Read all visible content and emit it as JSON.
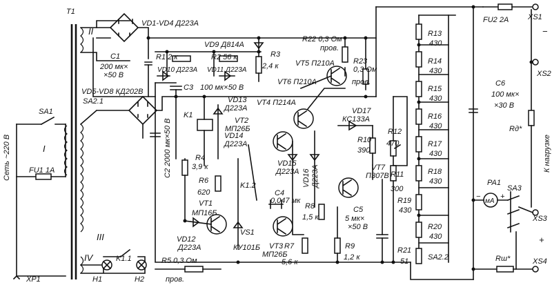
{
  "labels": {
    "t1": "T1",
    "wI": "I",
    "wII": "II",
    "wIII": "III",
    "wIV": "IV",
    "vd1vd4": "VD1-VD4  Д223А",
    "vd9": "VD9  Д814А",
    "c1_name": "C1",
    "c1_v1": "200 мк×",
    "c1_v2": "×50 В",
    "r1": "R1  2 к",
    "r2": "R2  56 к",
    "r3": "R3",
    "r3v": "2,4 к",
    "vd10": "VD10  Д223А",
    "vd11": "VD11  Д223А",
    "r22": "R22  0,3 Ом",
    "r22b": "пров.",
    "r23": "R23",
    "r23a": "0,3 Ом",
    "r23b": "пров.",
    "vt5": "VT5  П210А",
    "vt6": "VT6  П210А",
    "vd5vd8": "VD5-VD8  КД202В",
    "c3": "C3",
    "c3v": "100 мк×50 В",
    "sa21": "SA2.1",
    "sa1": "SA1",
    "net": "Сеть ~220 В",
    "fu1": "FU1  1А",
    "xp1": "XP1",
    "c2": "C2  2000 мк×50 В",
    "k1": "K1",
    "vd13": "VD13",
    "vd13t": "Д223А",
    "vt2": "VT2",
    "vt2t": "МП26Б",
    "vd14": "VD14",
    "vd14t": "Д223А",
    "vt4": "VT4  П214А",
    "vd17": "VD17",
    "vd17t": "КС133А",
    "r4": "R4",
    "r4v": "3,9 к",
    "r6": "R6",
    "r6v": "620",
    "vt1": "VT1",
    "vt1t": "МП16Б",
    "k12": "K1.2",
    "c4": "C4",
    "c4v": "0,047 мк",
    "vd15": "VD15",
    "vd15t": "Д223А",
    "vd16": "VD16",
    "vd16t": "Д223А",
    "r10": "R10",
    "r10v": "390",
    "r12": "R12",
    "r12v": "470",
    "vt7": "VT7",
    "vt7t": "П307В",
    "r11": "R11",
    "r11v": "300",
    "r8": "R8",
    "r8v": "1,5 к",
    "c5": "C5",
    "c5v1": "5 мк×",
    "c5v2": "×50 В",
    "vd12": "VD12",
    "vd12t": "Д223А",
    "vs1": "VS1",
    "vs1t": "КУ101Б",
    "vt3": "VT3",
    "vt3t": "МП26Б",
    "r7": "R7",
    "r7v": "5,6 к",
    "r9": "R9",
    "r9v": "1,2 к",
    "r5": "R5  0,3 Ом",
    "r5b": "пров.",
    "k11": "K1.1",
    "h1": "H1",
    "h2": "H2",
    "r13": "R13",
    "r14": "R14",
    "r15": "R15",
    "r16": "R16",
    "r17": "R17",
    "r18": "R18",
    "r19": "R19",
    "r20": "R20",
    "r21": "R21",
    "v430": "430",
    "v51": "51",
    "sa22": "SA2.2",
    "fu2": "FU2  2А",
    "xs1": "XS1",
    "xs2": "XS2",
    "xs3": "XS3",
    "xs4": "XS4",
    "c6": "C6",
    "c6v1": "100 мк×",
    "c6v2": "×30 В",
    "rd": "Rд*",
    "load": "К нагрузке",
    "pa1": "PA1",
    "ma": "мА",
    "sa3": "SA3",
    "rsh": "Rш*",
    "minus": "−",
    "plus": "+"
  }
}
